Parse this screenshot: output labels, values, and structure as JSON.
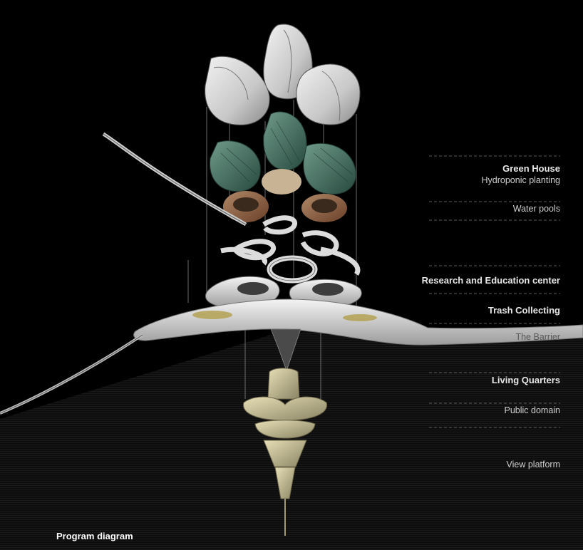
{
  "labels": {
    "green_house": "Green House",
    "hydroponic": "Hydroponic planting",
    "water_pools": "Water pools",
    "research": "Research and Education center",
    "trash": "Trash Collecting",
    "barrier": "The Barrier",
    "living": "Living Quarters",
    "public": "Public domain",
    "view": "View platform"
  },
  "footer": {
    "title": "Program diagram"
  },
  "colors": {
    "background": "#000000",
    "shell": "#dcdcdc",
    "greenhouse": "#3f6b5c",
    "pools": "#8a5a3c",
    "platform": "#d9d9d9",
    "quarters": "#c9c098"
  }
}
